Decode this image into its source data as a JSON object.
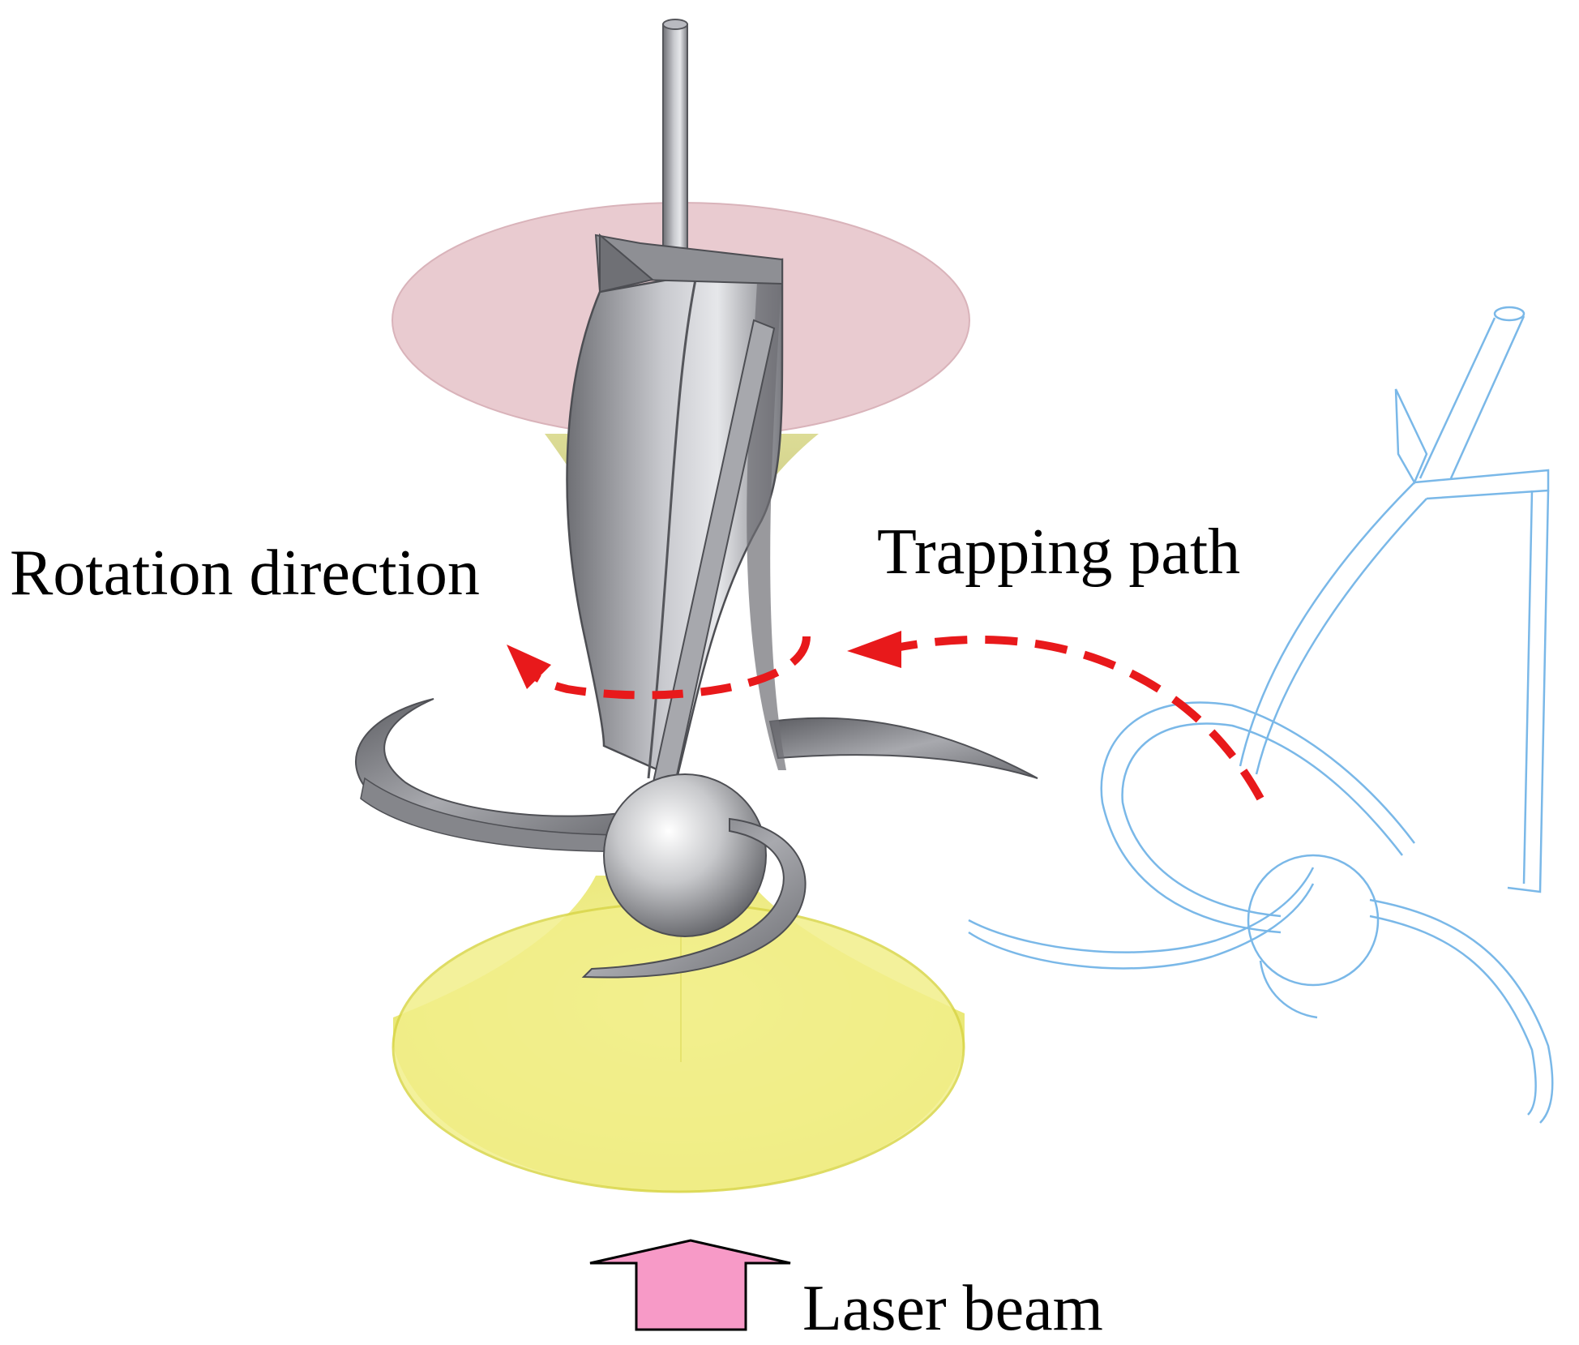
{
  "labels": {
    "rotation": "Rotation direction",
    "trapping": "Trapping path",
    "laser": "Laser beam"
  },
  "colors": {
    "path_arrow": "#e8191b",
    "laser_arrow_fill": "#f79ac7",
    "outline_rotor": "#7ab8e8",
    "beam_cone": "#ecec70",
    "upper_disk": "#e2b7c0",
    "metal": "#9a9ba1"
  }
}
